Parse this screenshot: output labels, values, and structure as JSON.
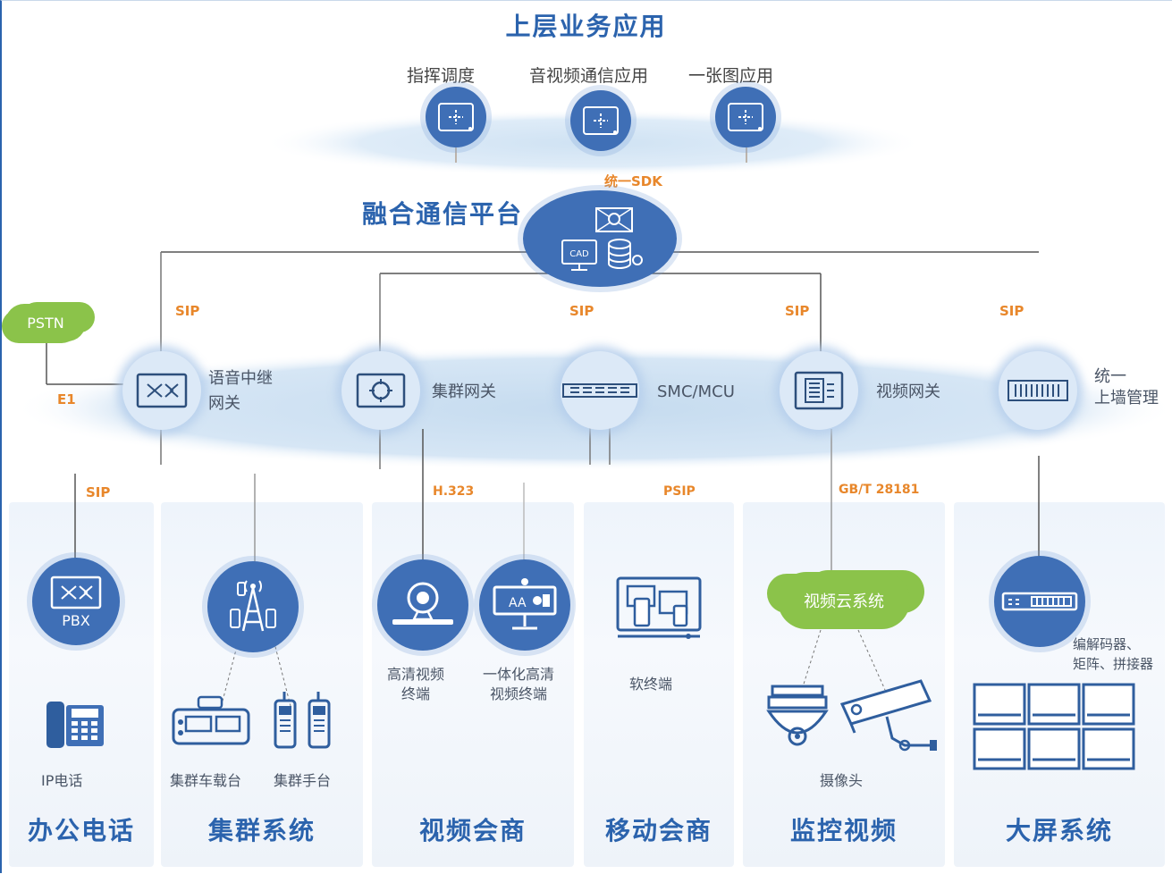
{
  "top_title": "上层业务应用",
  "apps": [
    {
      "label": "指挥调度",
      "icon": "dispatch-icon"
    },
    {
      "label": "音视频通信应用",
      "icon": "av-communication-icon"
    },
    {
      "label": "一张图应用",
      "icon": "map-app-icon"
    }
  ],
  "sdk_label": "统一SDK",
  "platform_title": "融合通信平台",
  "pstn_label": "PSTN",
  "e1_label": "E1",
  "sip_top": [
    "SIP",
    "SIP",
    "SIP",
    "SIP"
  ],
  "gateways": [
    {
      "label_line1": "语音中继",
      "label_line2": "网关",
      "icon": "voice-trunk-gateway-icon"
    },
    {
      "label_line1": "集群网关",
      "label_line2": "",
      "icon": "trunking-gateway-icon"
    },
    {
      "label_line1": "SMC/MCU",
      "label_line2": "",
      "icon": "smc-mcu-icon"
    },
    {
      "label_line1": "视频网关",
      "label_line2": "",
      "icon": "video-gateway-icon"
    },
    {
      "label_line1": "统一",
      "label_line2": "上墙管理",
      "icon": "wall-management-icon"
    }
  ],
  "protocols_bottom": [
    "SIP",
    "H.323",
    "PSIP",
    "GB/T 28181"
  ],
  "panels": [
    {
      "title": "办公电话",
      "devices": [
        "PBX",
        "IP电话"
      ]
    },
    {
      "title": "集群系统",
      "devices": [
        "集群车载台",
        "集群手台"
      ]
    },
    {
      "title": "视频会商",
      "devices": [
        "高清视频",
        "终端",
        "一体化高清",
        "视频终端"
      ]
    },
    {
      "title": "移动会商",
      "devices": [
        "软终端"
      ]
    },
    {
      "title": "监控视频",
      "devices": [
        "视频云系统",
        "摄像头"
      ]
    },
    {
      "title": "大屏系统",
      "devices": [
        "编解码器、",
        "矩阵、拼接器"
      ]
    }
  ],
  "colors": {
    "primary": "#3f6fb6",
    "accent": "#e8872b",
    "title": "#2b63ad",
    "cloud": "#8bc34a"
  }
}
